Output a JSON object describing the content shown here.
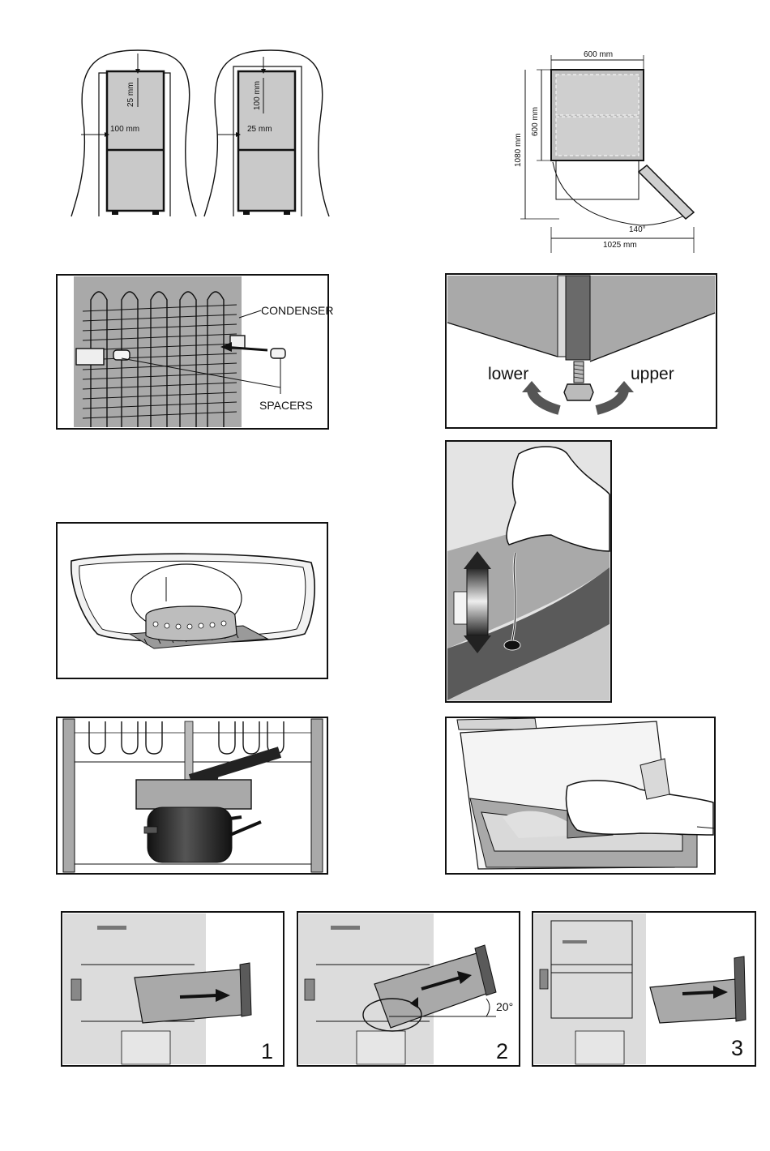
{
  "colors": {
    "panel_gray": "#a9a9a9",
    "dark_gray": "#5a5a5a",
    "light_gray": "#d9d9d9",
    "ink": "#111111"
  },
  "clearance": {
    "left": {
      "top_gap": "25 mm",
      "side_gap": "100 mm"
    },
    "right": {
      "top_gap": "100 mm",
      "side_gap": "25 mm"
    }
  },
  "dimensions": {
    "width": "600 mm",
    "depth": "600 mm",
    "height": "1080 mm",
    "angle": "140°",
    "total_depth": "1025 mm"
  },
  "condenser": {
    "condenser_label": "CONDENSER",
    "spacers_label": "SPACERS"
  },
  "leveling": {
    "lower_label": "lower",
    "upper_label": "upper"
  },
  "drawer_steps": {
    "step1": "1",
    "step2": "2",
    "step3": "3",
    "angle": "20°"
  }
}
